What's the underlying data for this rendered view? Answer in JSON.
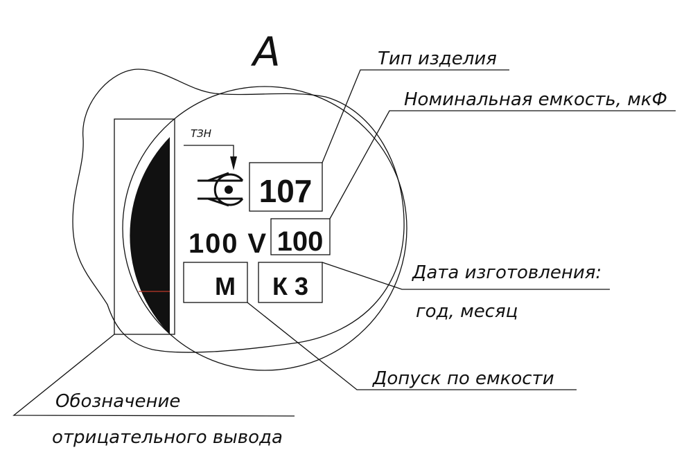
{
  "view_label": "А",
  "marking": {
    "logo_label": "ТЗН",
    "type_code": "107",
    "voltage": "100 V",
    "capacitance": "100",
    "tolerance": "М",
    "date_code": "К 3"
  },
  "callouts": {
    "product_type": "Тип изделия",
    "nominal_capacitance": "Номинальная емкость, мкФ",
    "manufacture_date": "Дата изготовления:",
    "manufacture_date_sub": "год, месяц",
    "capacitance_tolerance": "Допуск по емкости",
    "negative_terminal_line1": "Обозначение",
    "negative_terminal_line2": "отрицательного вывода"
  },
  "colors": {
    "ink": "#111111",
    "accent_line": "#c0392b"
  }
}
